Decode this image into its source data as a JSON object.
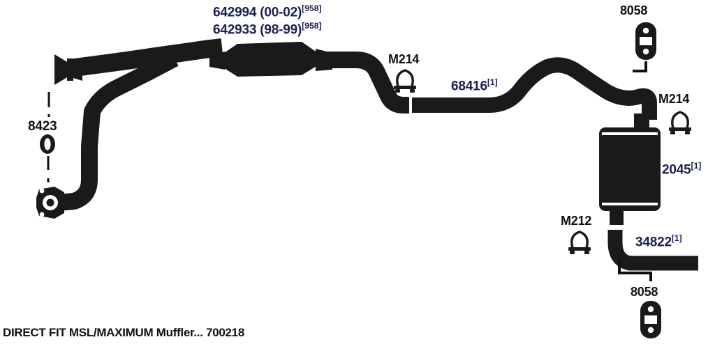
{
  "diagram": {
    "title_caption": "DIRECT FIT MSL/MAXIMUM Muffler... 700218",
    "colors": {
      "part_number_navy": "#1b2050",
      "hardware_label_black": "#111111",
      "pipe_fill": "#1a1a1a",
      "background": "#ffffff"
    },
    "labels": {
      "y_pipe_primary": {
        "number": "642994",
        "years": "(00-02)",
        "note": "958"
      },
      "y_pipe_secondary": {
        "number": "642933",
        "years": "(98-99)",
        "note": "958"
      },
      "exhaust_gasket": {
        "number": "8423"
      },
      "clamp_mid": {
        "number": "M214"
      },
      "intermediate_pipe": {
        "number": "68416",
        "note": "1"
      },
      "hanger_upper": {
        "number": "8058"
      },
      "clamp_muffler_inlet": {
        "number": "M214"
      },
      "muffler": {
        "number": "2045",
        "note": "1"
      },
      "clamp_muffler_outlet": {
        "number": "M212"
      },
      "tailpipe": {
        "number": "34822",
        "note": "1"
      },
      "hanger_lower": {
        "number": "8058"
      }
    },
    "icons": {
      "flange_bell": "bell-flange-icon",
      "flange_two_bolt": "two-bolt-flange-icon",
      "gasket_ring": "ring-gasket-icon",
      "u_bolt_clamp": "u-bolt-clamp-icon",
      "rubber_hanger": "rubber-hanger-strap-icon"
    },
    "parts_list": [
      {
        "id": "642994",
        "type": "y-pipe",
        "years": "00-02"
      },
      {
        "id": "642933",
        "type": "y-pipe",
        "years": "98-99"
      },
      {
        "id": "8423",
        "type": "gasket"
      },
      {
        "id": "M214",
        "type": "clamp"
      },
      {
        "id": "68416",
        "type": "intermediate-pipe"
      },
      {
        "id": "8058",
        "type": "hanger"
      },
      {
        "id": "2045",
        "type": "muffler"
      },
      {
        "id": "M212",
        "type": "clamp"
      },
      {
        "id": "34822",
        "type": "tailpipe"
      }
    ]
  }
}
